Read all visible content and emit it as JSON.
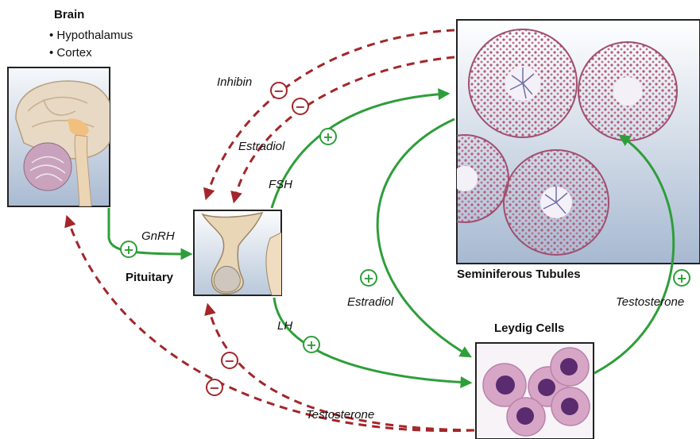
{
  "brain": {
    "title": "Brain",
    "items": [
      "Hypothalamus",
      "Cortex"
    ]
  },
  "pituitary": {
    "label": "Pituitary"
  },
  "seminiferous": {
    "label": "Seminiferous Tubules"
  },
  "leydig": {
    "label": "Leydig Cells"
  },
  "hormones": {
    "gnrh": "GnRH",
    "fsh": "FSH",
    "lh": "LH",
    "inhibin": "Inhibin",
    "estradiol_top": "Estradiol",
    "estradiol_mid": "Estradiol",
    "testosterone_right": "Testosterone",
    "testosterone_bottom": "Testosterone"
  },
  "signs": {
    "plus": "+",
    "minus": "−"
  },
  "colors": {
    "stimulatory": "#2e9e3a",
    "inhibitory": "#a3262a",
    "tubule_cells": "#b05a7a",
    "leydig_cell": "#c98bb4",
    "nucleus": "#5a2b6e"
  }
}
